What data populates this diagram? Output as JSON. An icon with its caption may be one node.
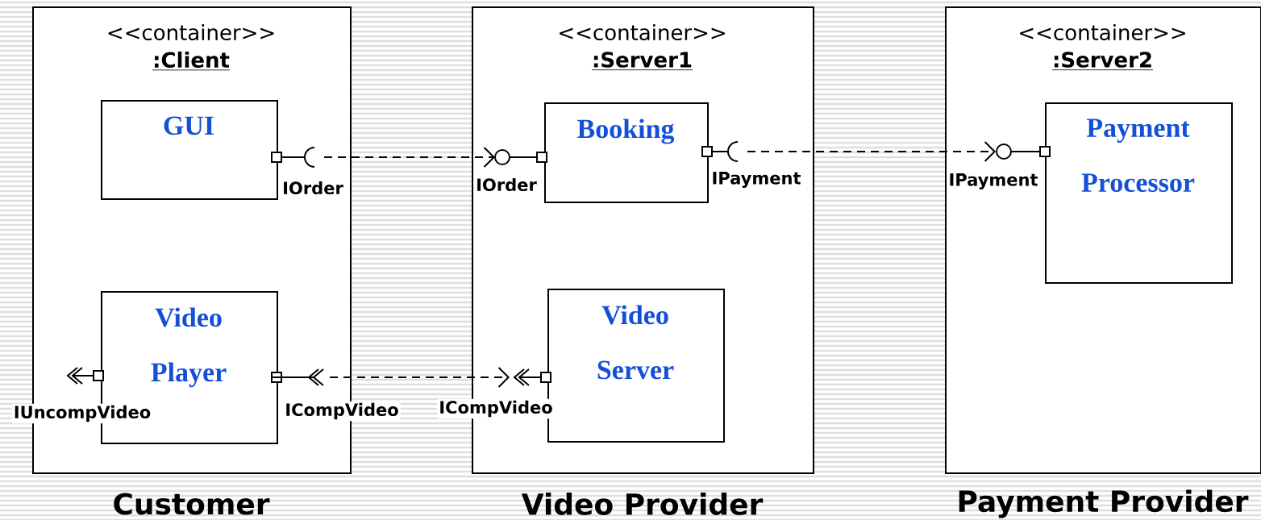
{
  "diagram": {
    "nodes": [
      {
        "text": [
          "<<container>>",
          ":Client"
        ],
        "beside": [
          "Customer"
        ]
      },
      {
        "text": [
          "GUI"
        ],
        "in": 0,
        "beside": [
          "IOrder"
        ]
      },
      {
        "text": [
          "Video Player"
        ],
        "in": 0
      },
      {
        "text": [
          "<<container>>",
          ":Server1"
        ],
        "beside": [
          "Video Provider"
        ]
      },
      {
        "text": [
          "Booking"
        ],
        "in": 3,
        "beside": [
          "IOrder",
          "IPayment"
        ]
      },
      {
        "text": [
          "Video Server"
        ],
        "in": 3,
        "beside": [
          "ICompVideo"
        ]
      },
      {
        "text": [
          "<<container>>",
          ":Server2"
        ],
        "beside": [
          "Payment Provider"
        ]
      },
      {
        "text": [
          "Payment Processor"
        ],
        "in": 6,
        "beside": [
          "IPayment"
        ]
      }
    ],
    "edges": [
      {
        "from": 1,
        "to": 4,
        "arrow": "to",
        "style": "dashed"
      },
      {
        "from": 4,
        "to": 7,
        "arrow": "to",
        "style": "dashed"
      },
      {
        "from": 2,
        "to": 5,
        "arrow": "to",
        "style": "dashed"
      }
    ],
    "labels": [
      "IUncompVideo",
      "ICompVideo"
    ]
  }
}
